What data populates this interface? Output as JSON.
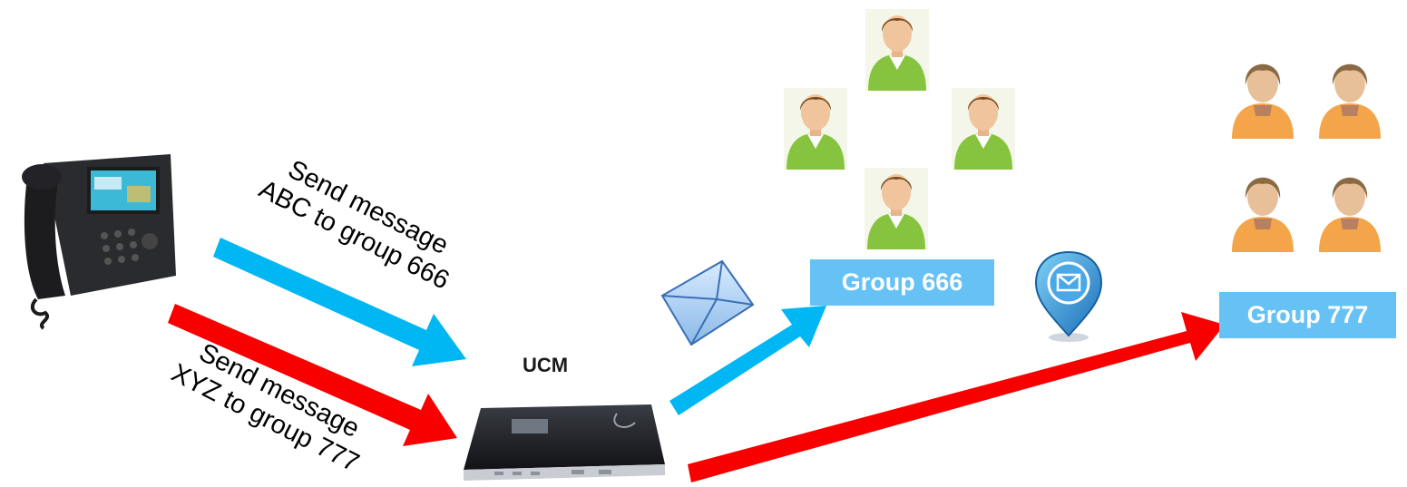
{
  "messages": [
    {
      "line1": "Send message",
      "line2": "ABC to group 666",
      "color": "#00b6f3"
    },
    {
      "line1": "Send message",
      "line2": "XYZ to group 777",
      "color": "#f80000"
    }
  ],
  "device": {
    "label": "UCM"
  },
  "groups": [
    {
      "label": "Group 666",
      "member_color": "#8cc63f",
      "members": 4
    },
    {
      "label": "Group 777",
      "member_color": "#f0a040",
      "members": 4
    }
  ],
  "icons": [
    "ip-phone-icon",
    "ucm-device-icon",
    "envelope-icon",
    "message-pin-icon",
    "user-icon"
  ]
}
